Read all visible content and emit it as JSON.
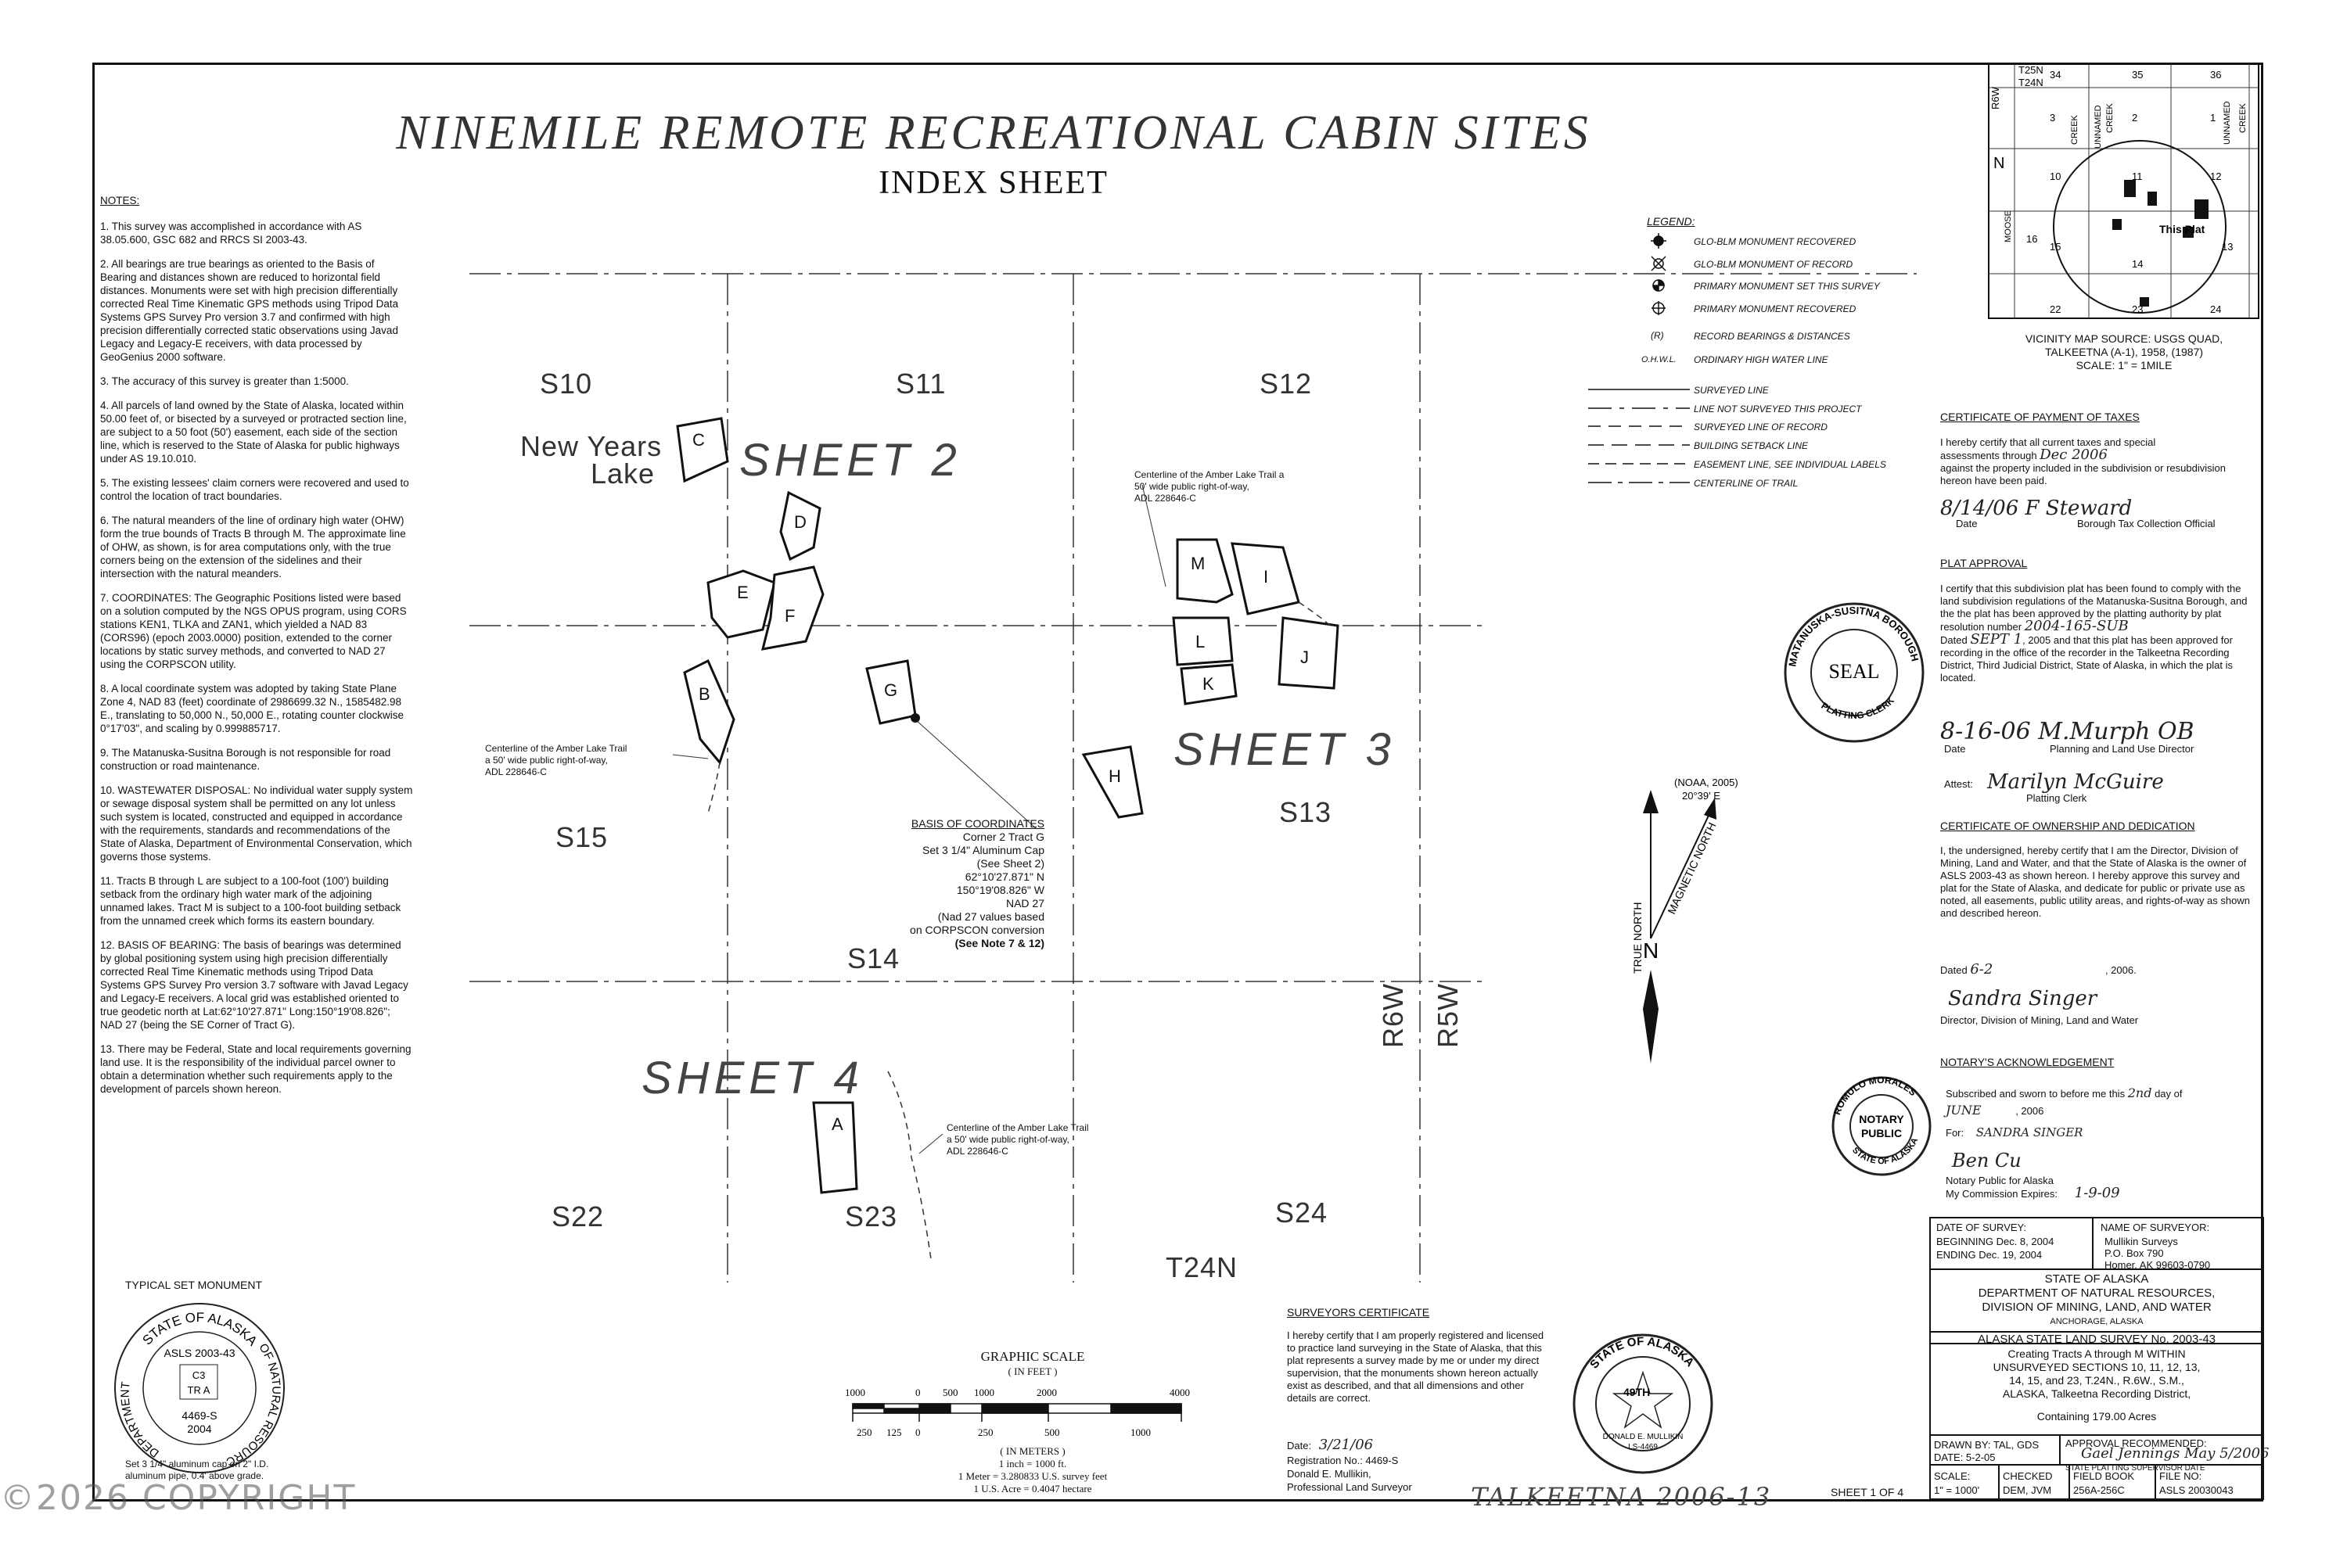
{
  "title": "NINEMILE REMOTE RECREATIONAL CABIN SITES",
  "subtitle": "INDEX SHEET",
  "notes": {
    "heading": "NOTES:",
    "items": [
      "1.  This survey was accomplished in accordance with AS 38.05.600, GSC 682 and RRCS SI 2003-43.",
      "2.  All bearings are true bearings as oriented to the Basis of Bearing and distances shown are reduced to horizontal field distances.  Monuments were set with high precision differentially corrected Real Time Kinematic GPS methods using Tripod Data Systems GPS Survey Pro version 3.7 and confirmed with high precision differentially corrected static observations using Javad Legacy and Legacy-E receivers, with data processed by GeoGenius 2000 software.",
      "3.  The accuracy of this survey is greater than 1:5000.",
      "4.  All parcels of land owned by the State of Alaska, located within 50.00 feet of, or bisected by a surveyed or protracted section line, are subject to a 50 foot (50') easement, each side of the section line, which is reserved to the State of Alaska for public highways under AS 19.10.010.",
      "5.  The existing lessees' claim corners were recovered and used to control the location of tract boundaries.",
      "6.  The natural meanders of the line of ordinary high water (OHW) form the true bounds of Tracts B through M.  The approximate line of OHW, as shown, is for area computations only, with the true corners being on the extension of the sidelines and their intersection with the natural meanders.",
      "7.  COORDINATES:  The Geographic Positions listed were based on a solution computed by the NGS OPUS program, using CORS stations KEN1, TLKA and ZAN1, which yielded a NAD 83 (CORS96) (epoch 2003.0000) position, extended to the corner locations by static survey methods, and converted to NAD 27 using the CORPSCON utility.",
      "8.  A local coordinate system was adopted by taking State Plane Zone 4, NAD 83 (feet) coordinate of 2986699.32 N., 1585482.98 E., translating to 50,000 N., 50,000 E., rotating counter clockwise 0°17'03\", and scaling by 0.999885717.",
      "9.  The Matanuska-Susitna Borough is not responsible for road construction or road maintenance.",
      "10.  WASTEWATER DISPOSAL:  No individual water supply system or sewage disposal system shall be permitted on any lot unless such system is located, constructed and equipped in accordance with the requirements, standards and recommendations of the State of Alaska, Department of Environmental Conservation, which governs those systems.",
      "11.  Tracts B through L are subject to a 100-foot (100') building setback from the ordinary high water mark of the adjoining unnamed lakes. Tract M is subject to a 100-foot building setback from the unnamed creek which forms its eastern boundary.",
      "12.  BASIS OF BEARING:  The basis of bearings was determined by global positioning system using high precision differentially corrected Real Time Kinematic methods using Tripod Data Systems GPS Survey Pro version 3.7 software with Javad Legacy and Legacy-E receivers.  A local grid was established oriented to true geodetic north at Lat:62°10'27.871\" Long:150°19'08.826\"; NAD 27 (being the SE Corner of Tract G).",
      "13.  There may be Federal, State and local requirements governing land use. It is the responsibility of the individual parcel owner to obtain a determination whether such requirements apply to the development of parcels shown hereon."
    ]
  },
  "monument": {
    "heading": "TYPICAL SET MONUMENT",
    "ring_top": "STATE OF ALASKA",
    "ring_left": "DEPARTMENT",
    "ring_right": "OF NATURAL RESOURCES",
    "asls": "ASLS 2003-43",
    "c3": "C3",
    "tra": "TR A",
    "number": "4469-S",
    "year": "2004",
    "caption": "Set 3 1/4\" aluminum cap on 2\" I.D. aluminum pipe, 0.4' above grade."
  },
  "sections": {
    "s10": "S10",
    "s11": "S11",
    "s12": "S12",
    "s15": "S15",
    "s13": "S13",
    "s14": "S14",
    "s22": "S22",
    "s23": "S23",
    "s24": "S24",
    "t24n": "T24N",
    "r6w": "R6W",
    "r5w": "R5W"
  },
  "lake": {
    "line1": "New Years",
    "line2": "Lake"
  },
  "sheets": {
    "s2": "SHEET 2",
    "s3": "SHEET 3",
    "s4": "SHEET 4"
  },
  "tracts": {
    "a": "A",
    "b": "B",
    "c": "C",
    "d": "D",
    "e": "E",
    "f": "F",
    "g": "G",
    "h": "H",
    "i": "I",
    "j": "J",
    "k": "K",
    "l": "L",
    "m": "M"
  },
  "trail_labels": {
    "left": {
      "l1": "Centerline of the Amber Lake Trail",
      "l2": "a 50' wide public right-of-way,",
      "l3": "ADL 228646-C"
    },
    "right": {
      "l1": "Centerline of the Amber Lake Trail a",
      "l2": "50' wide public right-of-way,",
      "l3": "ADL 228646-C"
    },
    "bottom": {
      "l1": "Centerline of the Amber Lake Trail",
      "l2": "a 50' wide public right-of-way,",
      "l3": "ADL 228646-C"
    }
  },
  "basis_coordinates": {
    "heading": "BASIS OF COORDINATES",
    "l1": "Corner 2  Tract G",
    "l2": "Set 3 1/4\" Aluminum Cap",
    "l3": "(See Sheet 2)",
    "l4": "62°10'27.871\" N",
    "l5": "150°19'08.826\" W",
    "l6": "NAD 27",
    "l7": "(Nad 27 values based",
    "l8": "on CORPSCON conversion",
    "l9": "(See Note 7 & 12)"
  },
  "legend": {
    "heading": "LEGEND:",
    "items": [
      "GLO-BLM MONUMENT RECOVERED",
      "GLO-BLM MONUMENT OF RECORD",
      "PRIMARY MONUMENT SET THIS SURVEY",
      "PRIMARY MONUMENT RECOVERED",
      "RECORD BEARINGS & DISTANCES",
      "ORDINARY HIGH WATER LINE"
    ],
    "r_symbol": "(R)",
    "ohwl_symbol": "O.H.W.L.",
    "lines": [
      "SURVEYED LINE",
      "LINE NOT SURVEYED THIS PROJECT",
      "SURVEYED LINE OF RECORD",
      "BUILDING SETBACK LINE",
      "EASEMENT LINE, SEE INDIVIDUAL LABELS",
      "CENTERLINE OF TRAIL"
    ]
  },
  "north_arrow": {
    "noaa": "(NOAA, 2005)",
    "declination": "20°39' E",
    "true_north": "TRUE NORTH",
    "mag_north": "MAGNETIC NORTH",
    "n": "N"
  },
  "vicinity": {
    "t25n": "T25N",
    "t24n": "T24N",
    "r6w": "R6W",
    "n": "N",
    "s34": "34",
    "s35": "35",
    "s36": "36",
    "s3": "3",
    "s2": "2",
    "s1": "1",
    "s10": "10",
    "s11": "11",
    "s12": "12",
    "s16": "16",
    "s15": "15",
    "s14": "14",
    "s13": "13",
    "s22": "22",
    "s23": "23",
    "s24": "24",
    "creek1": "CREEK",
    "unnamed1": "UNNAMED",
    "creek2": "CREEK",
    "unnamed2": "UNNAMED",
    "moose": "MOOSE",
    "creek3": "CREEK",
    "this_plat": "This Plat",
    "source1": "VICINITY MAP SOURCE: USGS QUAD,",
    "source2": "TALKEETNA (A-1), 1958, (1987)",
    "scale": "SCALE: 1\" = 1MILE"
  },
  "tax_cert": {
    "heading": "CERTIFICATE OF PAYMENT OF TAXES",
    "text1": "I hereby certify that all current taxes and special",
    "text2": "assessments through",
    "text2_sig": "Dec 2006",
    "text3": "against the property included in the subdivision or resubdivision hereon have been paid.",
    "sig": "8/14/06  F Steward",
    "date_label": "Date",
    "official_label": "Borough Tax Collection Official"
  },
  "plat_approval": {
    "heading": "PLAT APPROVAL",
    "text": "I certify that this subdivision plat has been found to comply with the land subdivision regulations of the Matanuska-Susitna Borough, and the the plat has been approved by the platting authority by plat resolution number",
    "resolution": "2004-165-SUB",
    "dated_label": "Dated",
    "dated": "SEPT 1",
    "year": "2005",
    "text_after": "and that this plat has been approved for recording in the office of the recorder in the Talkeetna Recording District, Third Judicial District, State of Alaska, in which the plat is located.",
    "sig": "8-16-06  M.Murph OB",
    "date_label": "Date",
    "director_label": "Planning and Land Use Director",
    "attest_label": "Attest:",
    "attest_sig": "Marilyn McGuire",
    "clerk_label": "Platting Clerk",
    "seal_word": "SEAL",
    "seal_ring": "MATANUSKA-SUSITNA BOROUGH",
    "seal_bottom": "PLATTING CLERK"
  },
  "ownership": {
    "heading": "CERTIFICATE OF OWNERSHIP AND DEDICATION",
    "text": "I, the undersigned, hereby certify that I am the Director, Division of Mining, Land and Water, and that the State of Alaska is the owner of ASLS 2003-43 as shown hereon.  I hereby approve this survey and plat for the State of Alaska, and dedicate for public or private use as noted, all easements, public utility areas, and rights-of-way as shown and described hereon.",
    "dated_label": "Dated",
    "dated": "6-2",
    "year": ", 2006.",
    "sig": "Sandra Singer",
    "title": "Director, Division of Mining, Land and Water"
  },
  "notary": {
    "heading": "NOTARY'S ACKNOWLEDGEMENT",
    "text1": "Subscribed and sworn to before me this",
    "day": "2nd",
    "text2": "day of",
    "month": "JUNE",
    "year": ", 2006",
    "for_label": "For:",
    "for": "SANDRA SINGER",
    "sig": "Ben Cu",
    "public_label": "Notary Public for Alaska",
    "expires_label": "My Commission Expires:",
    "expires": "1-9-09",
    "seal_name": "ROMULO MORALES",
    "seal_notary": "NOTARY",
    "seal_public": "PUBLIC",
    "seal_state": "STATE OF ALASKA"
  },
  "title_block": {
    "date_of_survey": "DATE OF SURVEY:",
    "beginning_label": "BEGINNING",
    "beginning": "Dec. 8, 2004",
    "ending_label": "ENDING",
    "ending": "Dec. 19, 2004",
    "surveyor_label": "NAME OF SURVEYOR:",
    "surveyor1": "Mullikin Surveys",
    "surveyor2": "P.O. Box 790",
    "surveyor3": "Homer, AK 99603-0790",
    "state": "STATE OF ALASKA",
    "dept": "DEPARTMENT OF NATURAL RESOURCES,",
    "division": "DIVISION OF MINING, LAND, AND WATER",
    "city": "ANCHORAGE, ALASKA",
    "survey_no": "ALASKA STATE LAND SURVEY No. 2003-43",
    "desc1": "Creating Tracts A through M WITHIN",
    "desc2": "UNSURVEYED SECTIONS 10, 11, 12, 13,",
    "desc3": "14, 15, and 23, T.24N., R.6W., S.M.,",
    "desc4": "ALASKA, Talkeetna Recording District,",
    "containing": "Containing 179.00 Acres",
    "drawn_by": "DRAWN BY: TAL, GDS",
    "date": "DATE: 5-2-05",
    "approval_label": "APPROVAL RECOMMENDED:",
    "approval_sig": "Gael Jennings  May 5/2006",
    "approval_title": "STATE PLATTING SUPERVISOR  DATE",
    "scale_label": "SCALE:",
    "scale": "1\" = 1000'",
    "checked_label": "CHECKED",
    "checked": "DEM, JVM",
    "fieldbook_label": "FIELD BOOK",
    "fieldbook": "256A-256C",
    "fileno_label": "FILE NO:",
    "fileno": "ASLS 20030043"
  },
  "graphic_scale": {
    "heading": "GRAPHIC SCALE",
    "feet": "( IN FEET )",
    "ft_labels": [
      "1000",
      "0",
      "500",
      "1000",
      "2000",
      "4000"
    ],
    "m_labels": [
      "250",
      "125",
      "0",
      "250",
      "500",
      "1000"
    ],
    "meters": "( IN METERS )",
    "l1": "1 inch = 1000 ft.",
    "l2": "1 Meter = 3.280833 U.S. survey feet",
    "l3": "1 U.S. Acre = 0.4047 hectare"
  },
  "surveyor_cert": {
    "heading": "SURVEYORS CERTIFICATE",
    "text": "I hereby certify that I am properly registered and licensed to practice land surveying in the State of Alaska, that this plat represents a survey made by me or under my direct supervision, that the monuments shown hereon actually exist as described, and that all dimensions and other details are correct.",
    "date_label": "Date:",
    "date": "3/21/06",
    "reg": "Registration No.:  4469-S",
    "name": "Donald E. Mullikin,",
    "title": "Professional Land Surveyor",
    "seal_state": "STATE OF ALASKA",
    "seal_49": "49TH",
    "seal_name": "DONALD E. MULLIKIN",
    "seal_ls": "LS-4469"
  },
  "recording": "TALKEETNA 2006-13",
  "sheet_of": "SHEET 1 OF 4",
  "watermark": "©2026 COPYRIGHT"
}
